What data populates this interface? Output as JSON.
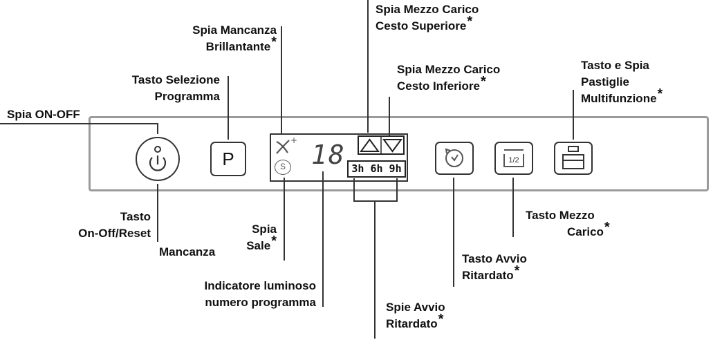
{
  "labels": {
    "spia_on_off": "Spia ON-OFF",
    "tasto_selezione_1": "Tasto Selezione",
    "tasto_selezione_2": "Programma",
    "spia_brillantante_1": "Spia Mancanza",
    "spia_brillantante_2": "Brillantante",
    "spia_mezzo_sup_1": "Spia Mezzo Carico",
    "spia_mezzo_sup_2": "Cesto Superiore",
    "spia_mezzo_inf_1": "Spia Mezzo Carico",
    "spia_mezzo_inf_2": "Cesto Inferiore",
    "tasto_pastiglie_1": "Tasto e Spia",
    "tasto_pastiglie_2": "Pastiglie",
    "tasto_pastiglie_3": "Multifunzione",
    "tasto_onoff_1": "Tasto",
    "tasto_onoff_2": "On-Off/Reset",
    "spia_sale_1": "Spia",
    "spia_sale_mancanza": "Mancanza",
    "spia_sale_2": "Sale",
    "indicatore_1": "Indicatore luminoso",
    "indicatore_2": "numero programma",
    "tasto_mezzo_1": "Tasto Mezzo",
    "tasto_mezzo_2": "Carico",
    "tasto_avvio_1": "Tasto Avvio",
    "tasto_avvio_2": "Ritardato",
    "spie_avvio_1": "Spie Avvio",
    "spie_avvio_2": "Ritardato",
    "asterisk": "*"
  },
  "panel": {
    "program_button": "P",
    "program_number": "18",
    "delay_hours": "3h 6h 9h",
    "salt_symbol": "S",
    "half_load_symbol": "1/2"
  },
  "icons": {
    "on_off": "power-icon",
    "rinse_aid": "sparkle-icon",
    "salt": "salt-icon",
    "upper_basket": "triangle-up-icon",
    "lower_basket": "triangle-down-icon",
    "delay": "clock-icon",
    "half_load": "half-load-icon",
    "tablet": "tablet-icon"
  },
  "colors": {
    "line": "#333333",
    "panel_border": "#9a9a9a",
    "text": "#111111"
  }
}
